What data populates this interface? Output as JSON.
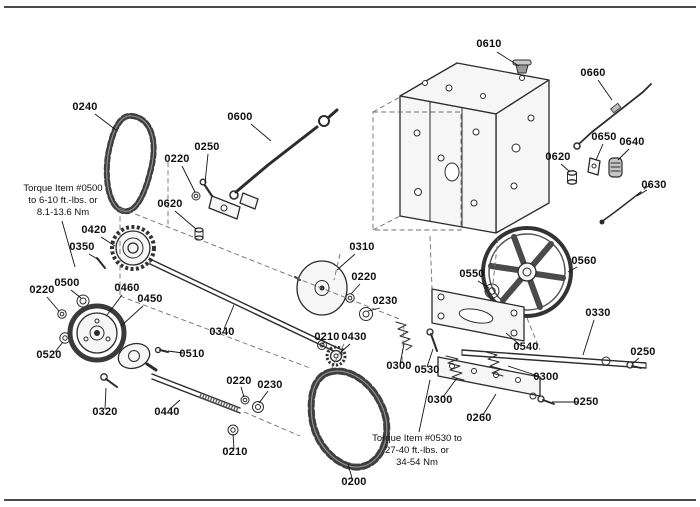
{
  "page": {
    "background": "#ffffff",
    "border_color": "#111111"
  },
  "callouts": {
    "c0610": "0610",
    "c0660": "0660",
    "c0240": "0240",
    "c0600": "0600",
    "c0250a": "0250",
    "c0220a": "0220",
    "c0650": "0650",
    "c0640": "0640",
    "c0620a": "0620",
    "c0630": "0630",
    "c0620b": "0620",
    "c0420": "0420",
    "c0350": "0350",
    "c0310": "0310",
    "c0500": "0500",
    "c0220b": "0220",
    "c0460": "0460",
    "c0220c": "0220",
    "c0450": "0450",
    "c0230a": "0230",
    "c0550": "0550",
    "c0560": "0560",
    "c0330": "0330",
    "c0520": "0520",
    "c0340": "0340",
    "c0210a": "0210",
    "c0430": "0430",
    "c0510": "0510",
    "c0540": "0540",
    "c0250b": "0250",
    "c0300a": "0300",
    "c0530": "0530",
    "c0300b": "0300",
    "c0220d": "0220",
    "c0230b": "0230",
    "c0320": "0320",
    "c0440": "0440",
    "c0300c": "0300",
    "c0260": "0260",
    "c0250c": "0250",
    "c0210b": "0210",
    "c0200": "0200"
  },
  "notes": {
    "torque_0500": [
      "Torque Item #0500",
      "to 6-10 ft.-lbs. or",
      "8.1-13.6 Nm"
    ],
    "torque_0530": [
      "Torque Item #0530 to",
      "27-40 ft.-lbs. or",
      "34-54 Nm"
    ]
  }
}
